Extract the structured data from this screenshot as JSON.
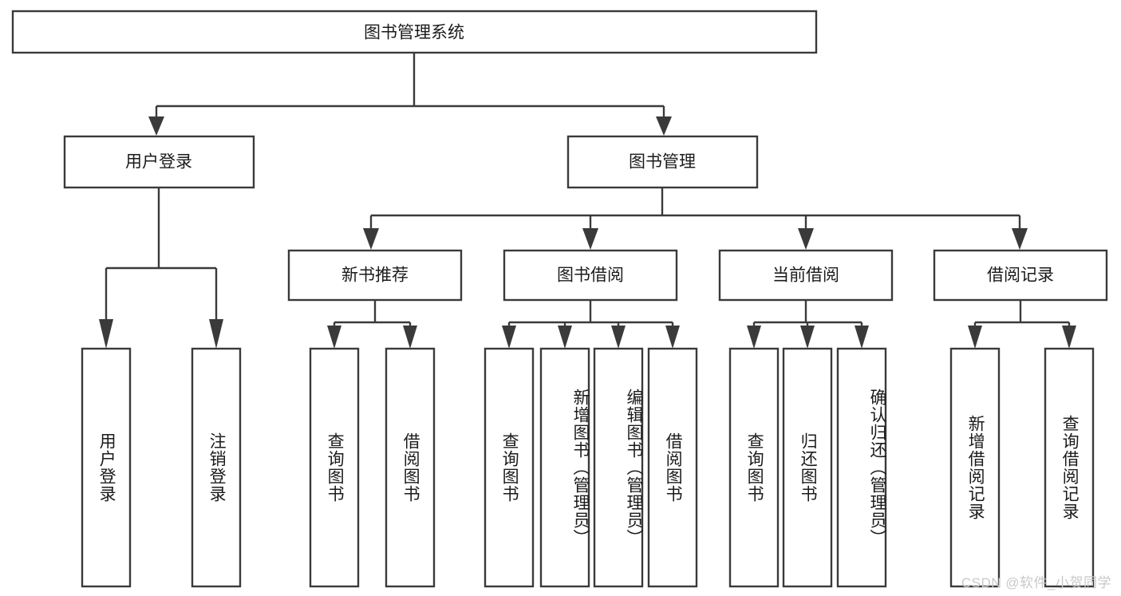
{
  "diagram": {
    "title": "图书管理系统",
    "type": "tree-hierarchy-diagram",
    "colors": {
      "box_stroke": "#3a3a3a",
      "box_fill": "#ffffff",
      "text": "#1b1b1b",
      "background": "#ffffff",
      "watermark": "#c9c9c9"
    },
    "root": {
      "label": "图书管理系统"
    },
    "level1": [
      {
        "label": "用户登录"
      },
      {
        "label": "图书管理"
      }
    ],
    "level2": [
      {
        "label": "新书推荐"
      },
      {
        "label": "图书借阅"
      },
      {
        "label": "当前借阅"
      },
      {
        "label": "借阅记录"
      }
    ],
    "leaves": {
      "user_login": [
        {
          "label": "用户登录"
        },
        {
          "label": "注销登录"
        }
      ],
      "new_book_recommend": [
        {
          "label": "查询图书"
        },
        {
          "label": "借阅图书"
        }
      ],
      "book_borrow": [
        {
          "label": "查询图书"
        },
        {
          "label": "新增图书（管理员）"
        },
        {
          "label": "编辑图书（管理员）"
        },
        {
          "label": "借阅图书"
        }
      ],
      "current_borrow": [
        {
          "label": "查询图书"
        },
        {
          "label": "归还图书"
        },
        {
          "label": "确认归还（管理员）"
        }
      ],
      "borrow_records": [
        {
          "label": "新增借阅记录"
        },
        {
          "label": "查询借阅记录"
        }
      ]
    }
  },
  "watermark": {
    "text": "CSDN @软件_小贺同学"
  }
}
